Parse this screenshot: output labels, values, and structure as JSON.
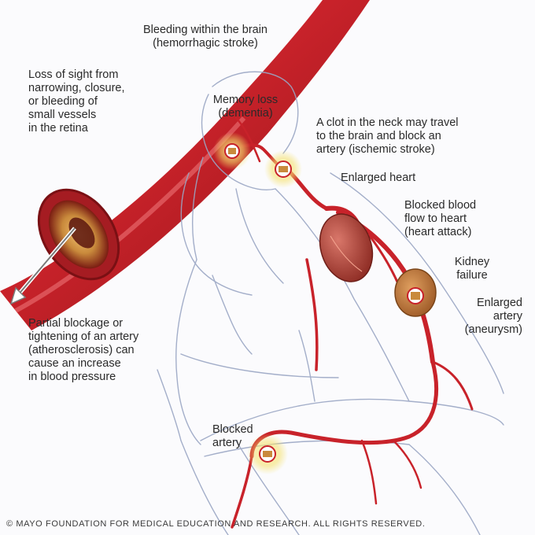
{
  "labels": {
    "hemorrhagic_stroke": "Bleeding within the brain\n(hemorrhagic stroke)",
    "vision_loss": "Loss of sight from\nnarrowing, closure,\nor bleeding of\nsmall vessels\nin the retina",
    "memory_loss": "Memory loss\n(dementia)",
    "ischemic_stroke": "A clot in the neck may travel\nto the brain and block an\nartery (ischemic stroke)",
    "enlarged_heart": "Enlarged heart",
    "heart_attack": "Blocked blood\nflow to heart\n(heart attack)",
    "kidney_failure": "Kidney\nfailure",
    "aneurysm": "Enlarged\nartery\n(aneurysm)",
    "atherosclerosis": "Partial blockage or\ntightening of an artery\n(atherosclerosis) can\ncause an increase\nin blood pressure",
    "blocked_artery": "Blocked\nartery"
  },
  "copyright": "© MAYO FOUNDATION FOR MEDICAL EDUCATION AND RESEARCH. ALL RIGHTS RESERVED.",
  "colors": {
    "artery_red": "#c8222a",
    "artery_dark": "#8e1418",
    "sketch_lines": "#9aa6c4",
    "highlight_glow": "#f4e06a",
    "plaque": "#c98a3c",
    "heart": "#b8473a",
    "kidney": "#c47a3a"
  },
  "icons": [
    "large-artery-cross-section",
    "arrow-pointer",
    "heart",
    "kidney",
    "blockage-marker"
  ]
}
